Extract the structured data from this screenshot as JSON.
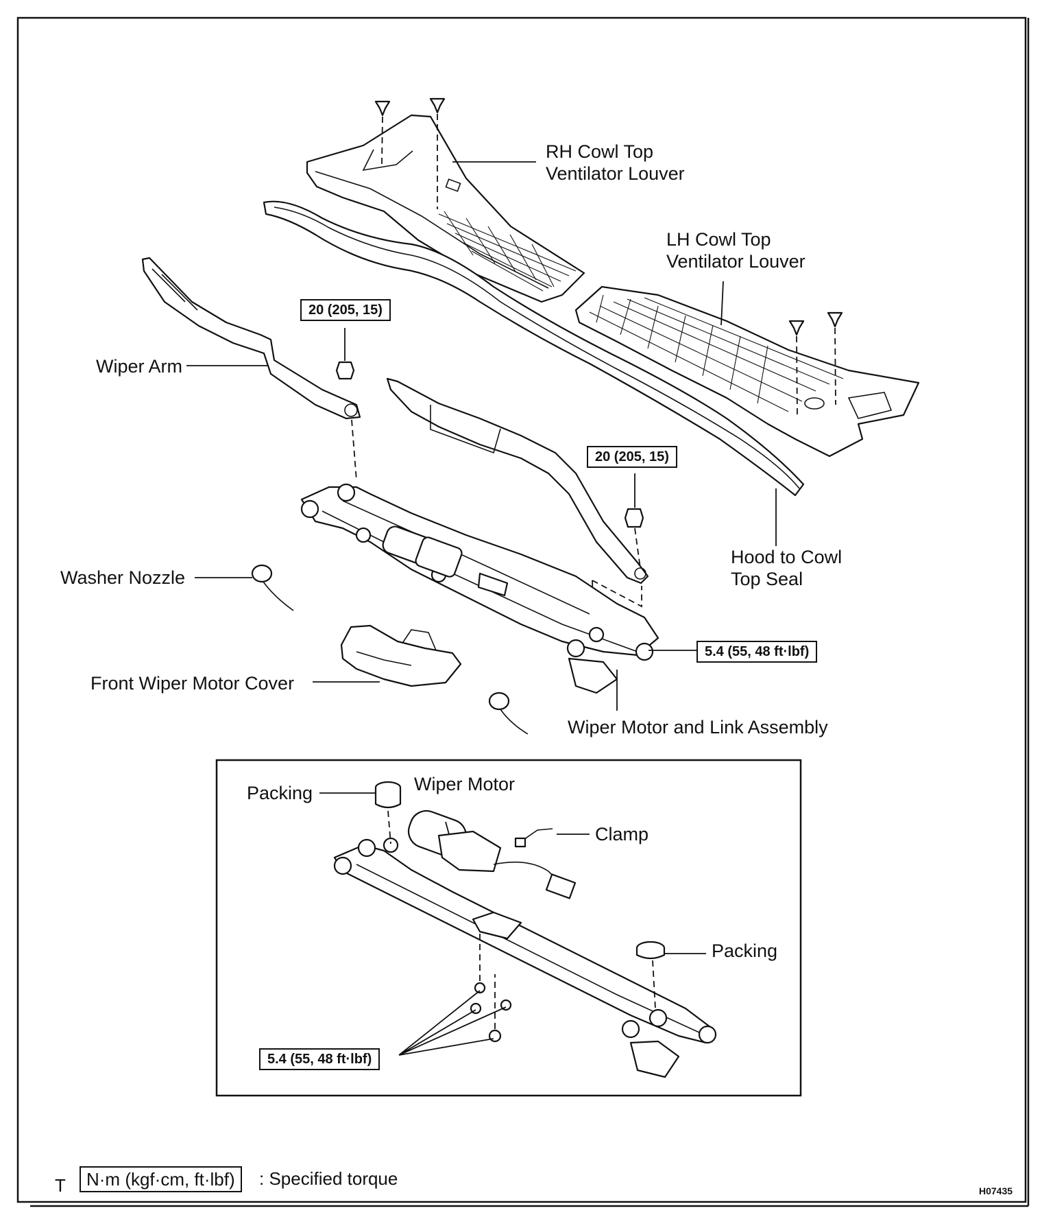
{
  "labels": {
    "rh_louver": "RH Cowl Top\nVentilator Louver",
    "lh_louver": "LH Cowl Top\nVentilator Louver",
    "wiper_arm": "Wiper Arm",
    "washer_nozzle": "Washer Nozzle",
    "hood_seal": "Hood to Cowl\nTop Seal",
    "motor_cover": "Front Wiper Motor Cover",
    "motor_link_assembly": "Wiper Motor and Link Assembly",
    "packing_left": "Packing",
    "wiper_motor": "Wiper Motor",
    "clamp": "Clamp",
    "packing_right": "Packing"
  },
  "torques": {
    "arm_left": "20 (205, 15)",
    "arm_right": "20 (205, 15)",
    "link_bolt": "5.4 (55, 48 ft·lbf)",
    "inset_bolts": "5.4 (55, 48 ft·lbf)"
  },
  "legend": {
    "prefix": "T",
    "unit_box": "N·m (kgf·cm, ft·lbf)",
    "text": ": Specified torque"
  },
  "figure_id": "H07435"
}
